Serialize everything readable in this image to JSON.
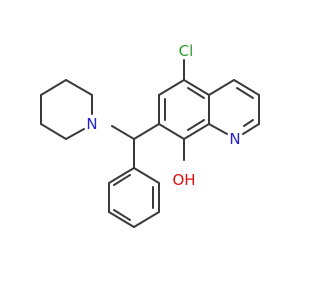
{
  "molecule": {
    "atoms": {
      "cl": "Cl",
      "n_quinoline": "N",
      "n_piperidine": "N",
      "hydroxyl": "OH"
    },
    "colors": {
      "bond": "#3a3a3a",
      "chlorine": "#2e9a2e",
      "nitrogen": "#2323cc",
      "oxygen": "#e01010"
    }
  }
}
